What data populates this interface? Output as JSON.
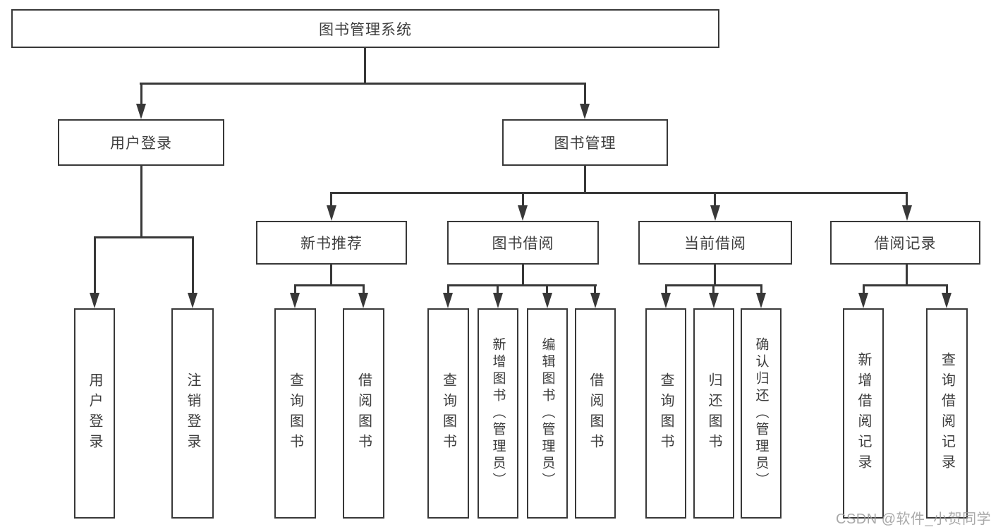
{
  "diagram_title": "图书管理系统",
  "nodes": {
    "root": {
      "label": "图书管理系统"
    },
    "user_login": {
      "label": "用户登录"
    },
    "book_mgmt": {
      "label": "图书管理"
    },
    "user_login_leaf": {
      "label": "用户登录"
    },
    "logout_leaf": {
      "label": "注销登录"
    },
    "new_book_rec": {
      "label": "新书推荐"
    },
    "book_borrow": {
      "label": "图书借阅"
    },
    "current_borrow": {
      "label": "当前借阅"
    },
    "borrow_records": {
      "label": "借阅记录"
    },
    "nbr_query_books": {
      "label": "查询图书"
    },
    "nbr_borrow_books": {
      "label": "借阅图书"
    },
    "bb_query_books": {
      "label": "查询图书"
    },
    "bb_add_books": {
      "label": "新增图书（管理员）"
    },
    "bb_edit_books": {
      "label": "编辑图书（管理员）"
    },
    "bb_borrow_books": {
      "label": "借阅图书"
    },
    "cb_query_books": {
      "label": "查询图书"
    },
    "cb_return_books": {
      "label": "归还图书"
    },
    "cb_confirm_return": {
      "label": "确认归还（管理员）"
    },
    "br_add_record": {
      "label": "新增借阅记录"
    },
    "br_query_record": {
      "label": "查询借阅记录"
    }
  },
  "hierarchy": {
    "图书管理系统": {
      "用户登录": [
        "用户登录",
        "注销登录"
      ],
      "图书管理": {
        "新书推荐": [
          "查询图书",
          "借阅图书"
        ],
        "图书借阅": [
          "查询图书",
          "新增图书（管理员）",
          "编辑图书（管理员）",
          "借阅图书"
        ],
        "当前借阅": [
          "查询图书",
          "归还图书",
          "确认归还（管理员）"
        ],
        "借阅记录": [
          "新增借阅记录",
          "查询借阅记录"
        ]
      }
    }
  },
  "watermark": {
    "text": "CSDN @软件_小贺同学"
  },
  "colors": {
    "line": "#383838",
    "box_border": "#383838",
    "text": "#3d3d3d",
    "background": "#ffffff",
    "watermark": "#9b9b9b"
  }
}
